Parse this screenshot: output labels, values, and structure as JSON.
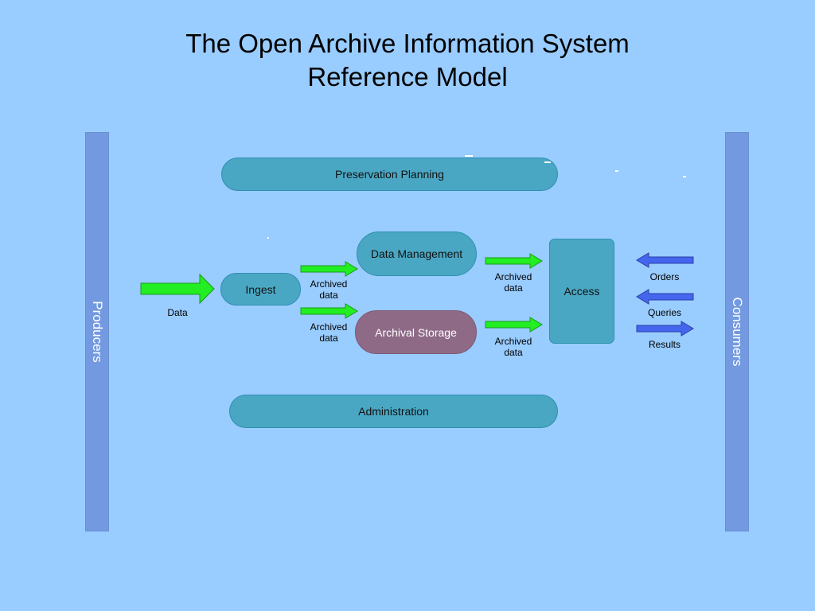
{
  "title": {
    "line1": "The Open Archive Information System",
    "line2": "Reference Model"
  },
  "side_bars": {
    "producers": "Producers",
    "consumers": "Consumers"
  },
  "entities": {
    "preservation_planning": "Preservation Planning",
    "ingest": "Ingest",
    "data_management": "Data Management",
    "archival_storage": "Archival Storage",
    "access": "Access",
    "administration": "Administration"
  },
  "flow_labels": {
    "data": "Data",
    "ingest_to_dm_line1": "Archived",
    "ingest_to_dm_line2": "data",
    "ingest_to_as_line1": "Archived",
    "ingest_to_as_line2": "data",
    "dm_to_access_line1": "Archived",
    "dm_to_access_line2": "data",
    "as_to_access_line1": "Archived",
    "as_to_access_line2": "data",
    "orders": "Orders",
    "queries": "Queries",
    "results": "Results"
  },
  "colors": {
    "background": "#99ccff",
    "side_bar": "#7399e0",
    "function_box": "#4aa7c3",
    "archival_storage": "#8e6a87",
    "data_arrow": "#22ee22",
    "consumer_arrow": "#4466ee"
  }
}
